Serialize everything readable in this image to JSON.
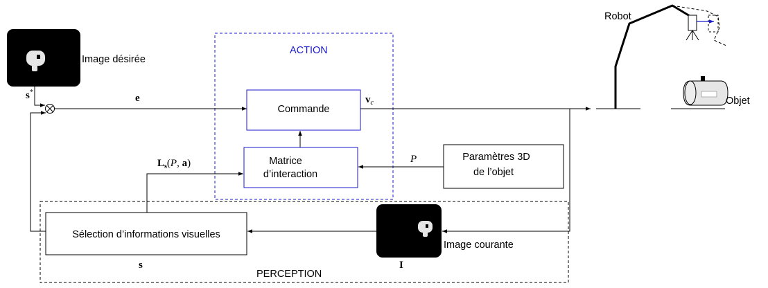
{
  "labels": {
    "image_desired": "Image désirée",
    "action": "ACTION",
    "robot": "Robot",
    "objet": "Objet",
    "e": "e",
    "s_star_base": "s",
    "s_star_sup": "*",
    "vc_base": "v",
    "vc_sub": "c",
    "commande": "Commande",
    "matrice_line1": "Matrice",
    "matrice_line2": "d’interaction",
    "ls_L": "L",
    "ls_sub": "s",
    "ls_args_open": "(",
    "ls_P": "P",
    "ls_comma": ", ",
    "ls_a": "a",
    "ls_args_close": ")",
    "P": "P",
    "params_line1": "Paramètres 3D",
    "params_line2": "de l’objet",
    "selection": "Sélection d’informations visuelles",
    "image_current": "Image courante",
    "s": "s",
    "I": "I",
    "perception": "PERCEPTION"
  },
  "colors": {
    "action_border": "#1a1acc",
    "box_border": "#1a1acc",
    "dark_image": "#000000",
    "object_fill": "#e6e6e6"
  }
}
